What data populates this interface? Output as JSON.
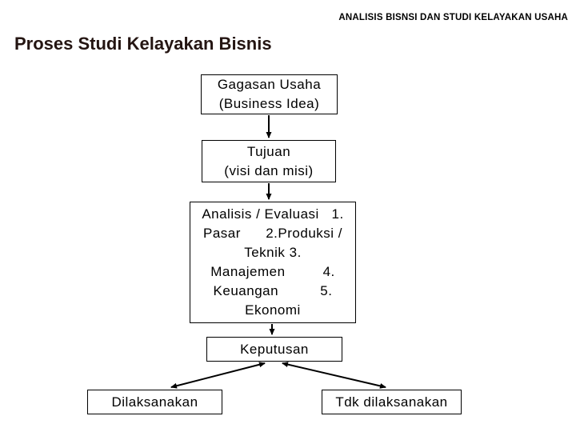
{
  "header": {
    "label": "ANALISIS BISNSI DAN STUDI KELAYAKAN USAHA"
  },
  "title": "Proses Studi Kelayakan Bisnis",
  "flowchart": {
    "nodes": {
      "gagasan": {
        "lines": [
          "Gagasan Usaha",
          "(Business Idea)"
        ]
      },
      "tujuan": {
        "lines": [
          "Tujuan",
          "(visi dan misi)"
        ]
      },
      "analisis": {
        "lines": [
          "Analisis / Evaluasi   1.",
          "Pasar      2.Produksi /",
          "Teknik 3.",
          "Manajemen         4.",
          "Keuangan          5.",
          "Ekonomi"
        ]
      },
      "keputusan": {
        "label": "Keputusan"
      },
      "dilaksanakan": {
        "label": "Dilaksanakan"
      },
      "tdk_dilaksanakan": {
        "label": "Tdk dilaksanakan"
      }
    },
    "edges": [
      {
        "from": "gagasan-usaha",
        "to": "tujuan",
        "arrow": "down"
      },
      {
        "from": "tujuan",
        "to": "analisis-evaluasi",
        "arrow": "down"
      },
      {
        "from": "analisis-evaluasi",
        "to": "keputusan",
        "arrow": "down"
      },
      {
        "from": "keputusan",
        "to": "dilaksanakan",
        "arrow": "both"
      },
      {
        "from": "keputusan",
        "to": "tdk-dilaksanakan",
        "arrow": "both"
      }
    ]
  },
  "colors": {
    "background": "#ffffff",
    "text_color": "#000000",
    "title_color": "#241512",
    "border_color": "#000000"
  }
}
